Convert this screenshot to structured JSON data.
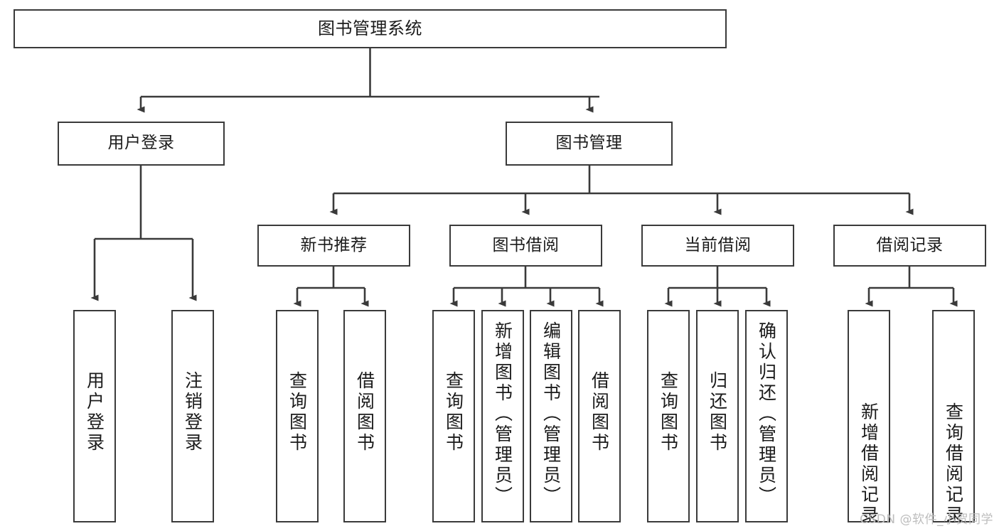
{
  "diagram": {
    "title": "图书管理系统",
    "type": "tree",
    "stroke_color": "#3a3a3a",
    "fill_color": "#ffffff",
    "text_color": "#1b1b1b",
    "nodes": {
      "root": {
        "label": "图书管理系统"
      },
      "level1": [
        {
          "id": "user-login",
          "label": "用户登录"
        },
        {
          "id": "book-manage",
          "label": "图书管理"
        }
      ],
      "level2": [
        {
          "id": "new-book-recommend",
          "label": "新书推荐"
        },
        {
          "id": "book-borrow",
          "label": "图书借阅"
        },
        {
          "id": "current-borrow",
          "label": "当前借阅"
        },
        {
          "id": "borrow-record",
          "label": "借阅记录"
        }
      ],
      "leaves": [
        {
          "id": "leaf-user-login",
          "label": "用户登录",
          "parent": "user-login"
        },
        {
          "id": "leaf-logout",
          "label": "注销登录",
          "parent": "user-login"
        },
        {
          "id": "leaf-query-book-1",
          "label": "查询图书",
          "parent": "new-book-recommend"
        },
        {
          "id": "leaf-borrow-book-1",
          "label": "借阅图书",
          "parent": "new-book-recommend"
        },
        {
          "id": "leaf-query-book-2",
          "label": "查询图书",
          "parent": "book-borrow"
        },
        {
          "id": "leaf-add-book",
          "label": "新增图书（管理员）",
          "parent": "book-borrow"
        },
        {
          "id": "leaf-edit-book",
          "label": "编辑图书（管理员）",
          "parent": "book-borrow"
        },
        {
          "id": "leaf-borrow-book-2",
          "label": "借阅图书",
          "parent": "book-borrow"
        },
        {
          "id": "leaf-query-book-3",
          "label": "查询图书",
          "parent": "current-borrow"
        },
        {
          "id": "leaf-return-book",
          "label": "归还图书",
          "parent": "current-borrow"
        },
        {
          "id": "leaf-confirm-return",
          "label": "确认归还（管理员）",
          "parent": "current-borrow"
        },
        {
          "id": "leaf-add-record",
          "label": "新增借阅记录",
          "parent": "borrow-record"
        },
        {
          "id": "leaf-query-record",
          "label": "查询借阅记录",
          "parent": "borrow-record"
        }
      ]
    }
  },
  "watermark": {
    "text": "CSDN @软件_小贺同学"
  }
}
